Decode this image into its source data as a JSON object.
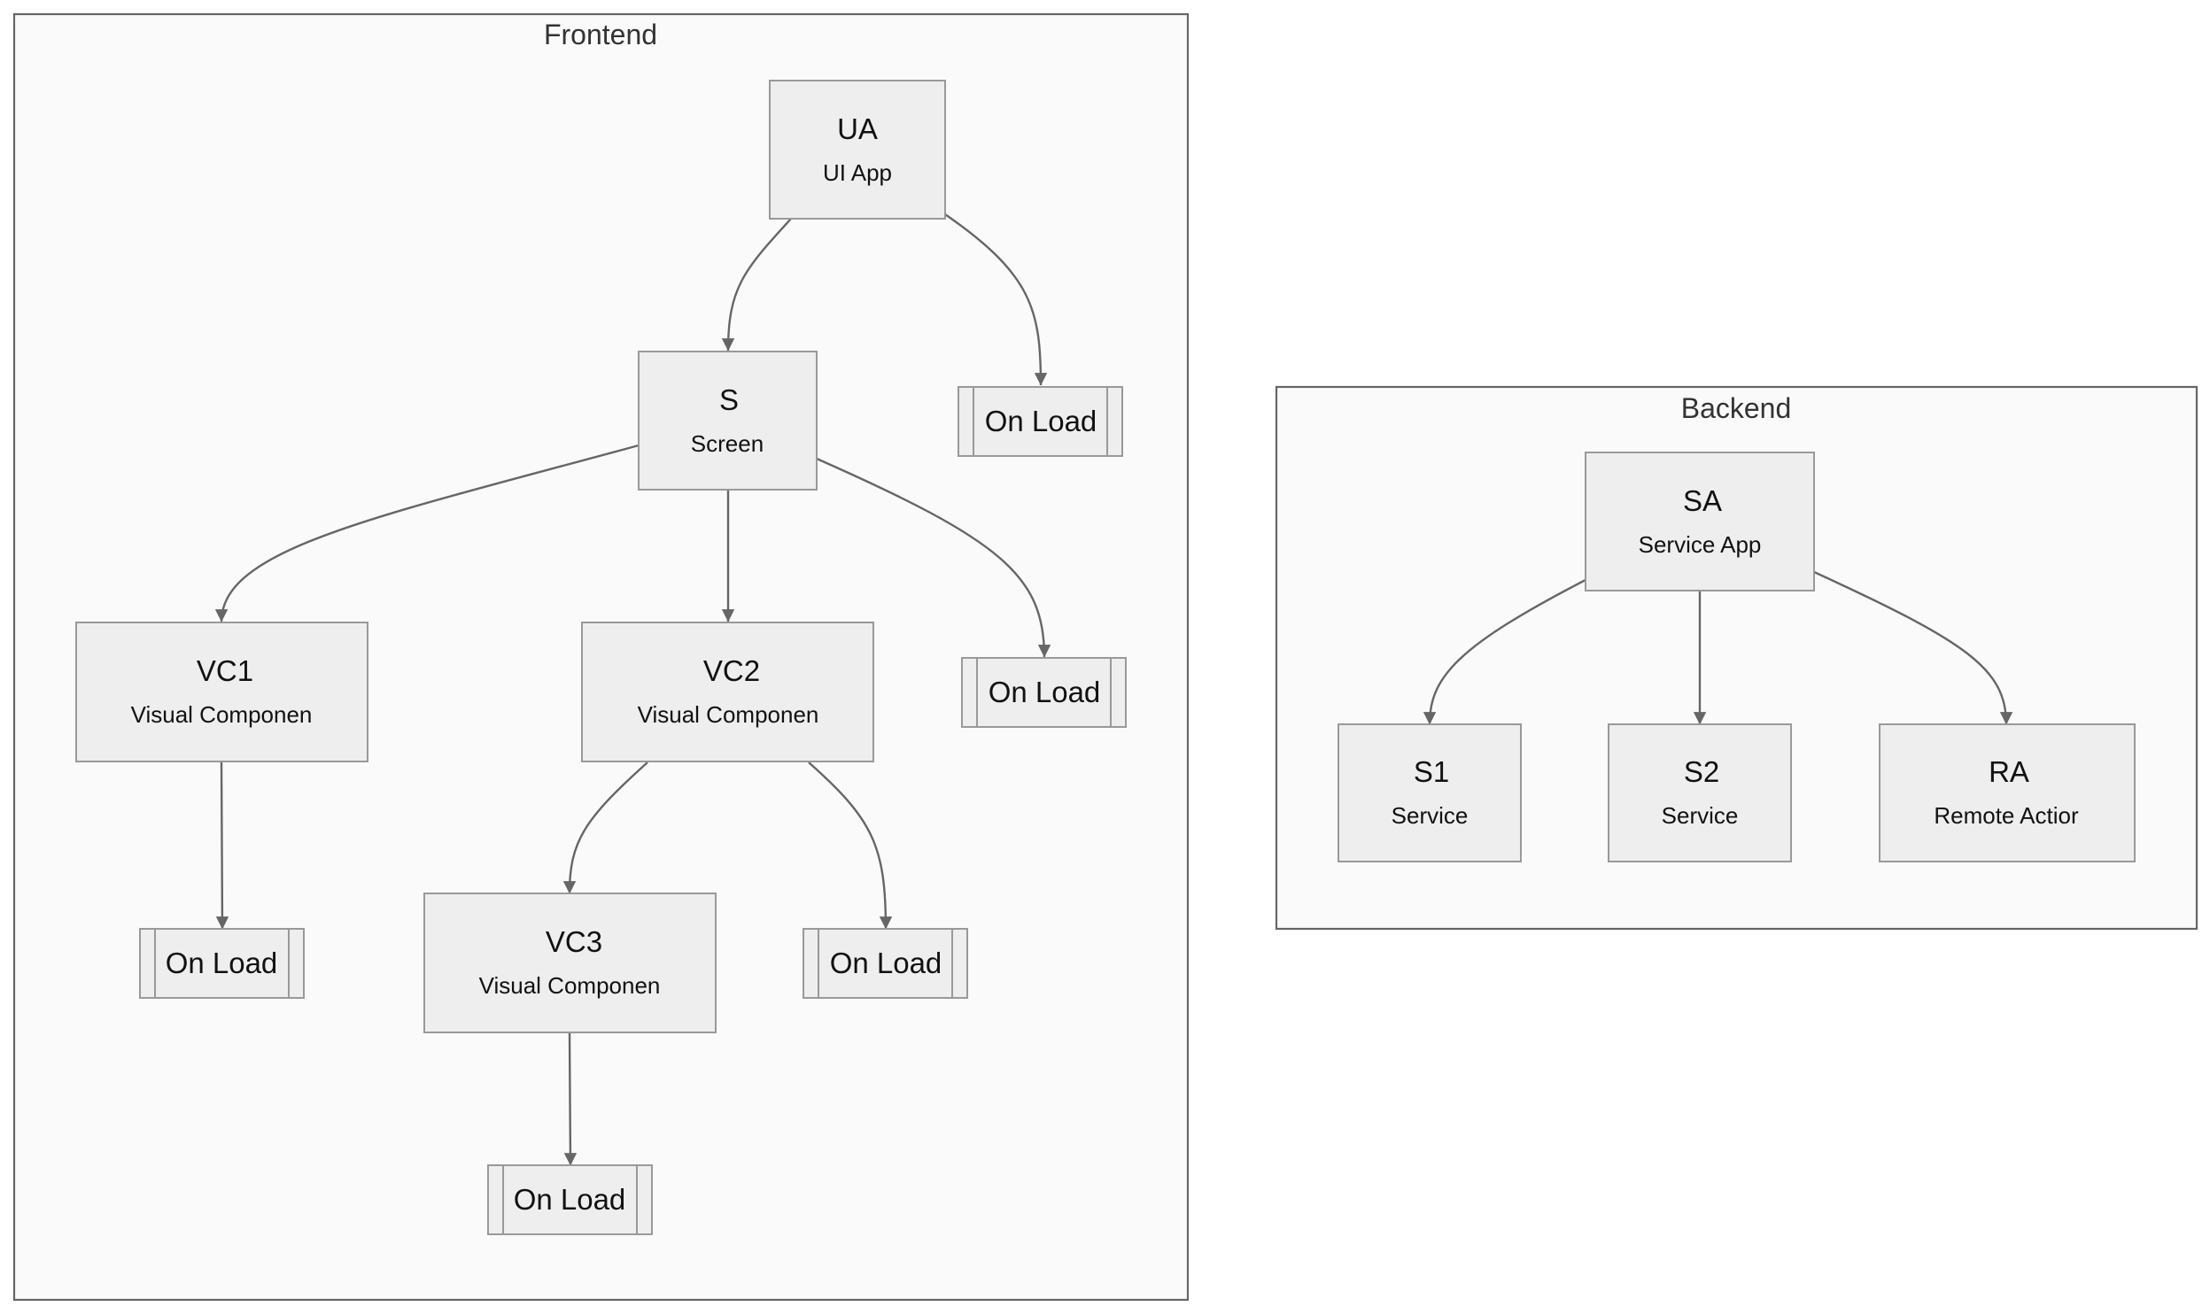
{
  "clusters": {
    "frontend": "Frontend",
    "backend": "Backend"
  },
  "nodes": {
    "ua": {
      "title": "UA",
      "subtitle": "UI App"
    },
    "s": {
      "title": "S",
      "subtitle": "Screen"
    },
    "vc1": {
      "title": "VC1",
      "subtitle": "Visual Componen"
    },
    "vc2": {
      "title": "VC2",
      "subtitle": "Visual Componen"
    },
    "vc3": {
      "title": "VC3",
      "subtitle": "Visual Componen"
    },
    "sa": {
      "title": "SA",
      "subtitle": "Service App"
    },
    "s1": {
      "title": "S1",
      "subtitle": "Service"
    },
    "s2": {
      "title": "S2",
      "subtitle": "Service"
    },
    "ra": {
      "title": "RA",
      "subtitle": "Remote Actior"
    }
  },
  "subroutines": {
    "ua_onload": "On Load",
    "s_onload": "On Load",
    "vc1_onload": "On Load",
    "vc2_onload": "On Load",
    "vc3_onload": "On Load"
  },
  "colors": {
    "node_fill": "#eeeeee",
    "node_stroke": "#999999",
    "cluster_fill": "#fafafa",
    "cluster_stroke": "#666666",
    "edge": "#666666"
  }
}
